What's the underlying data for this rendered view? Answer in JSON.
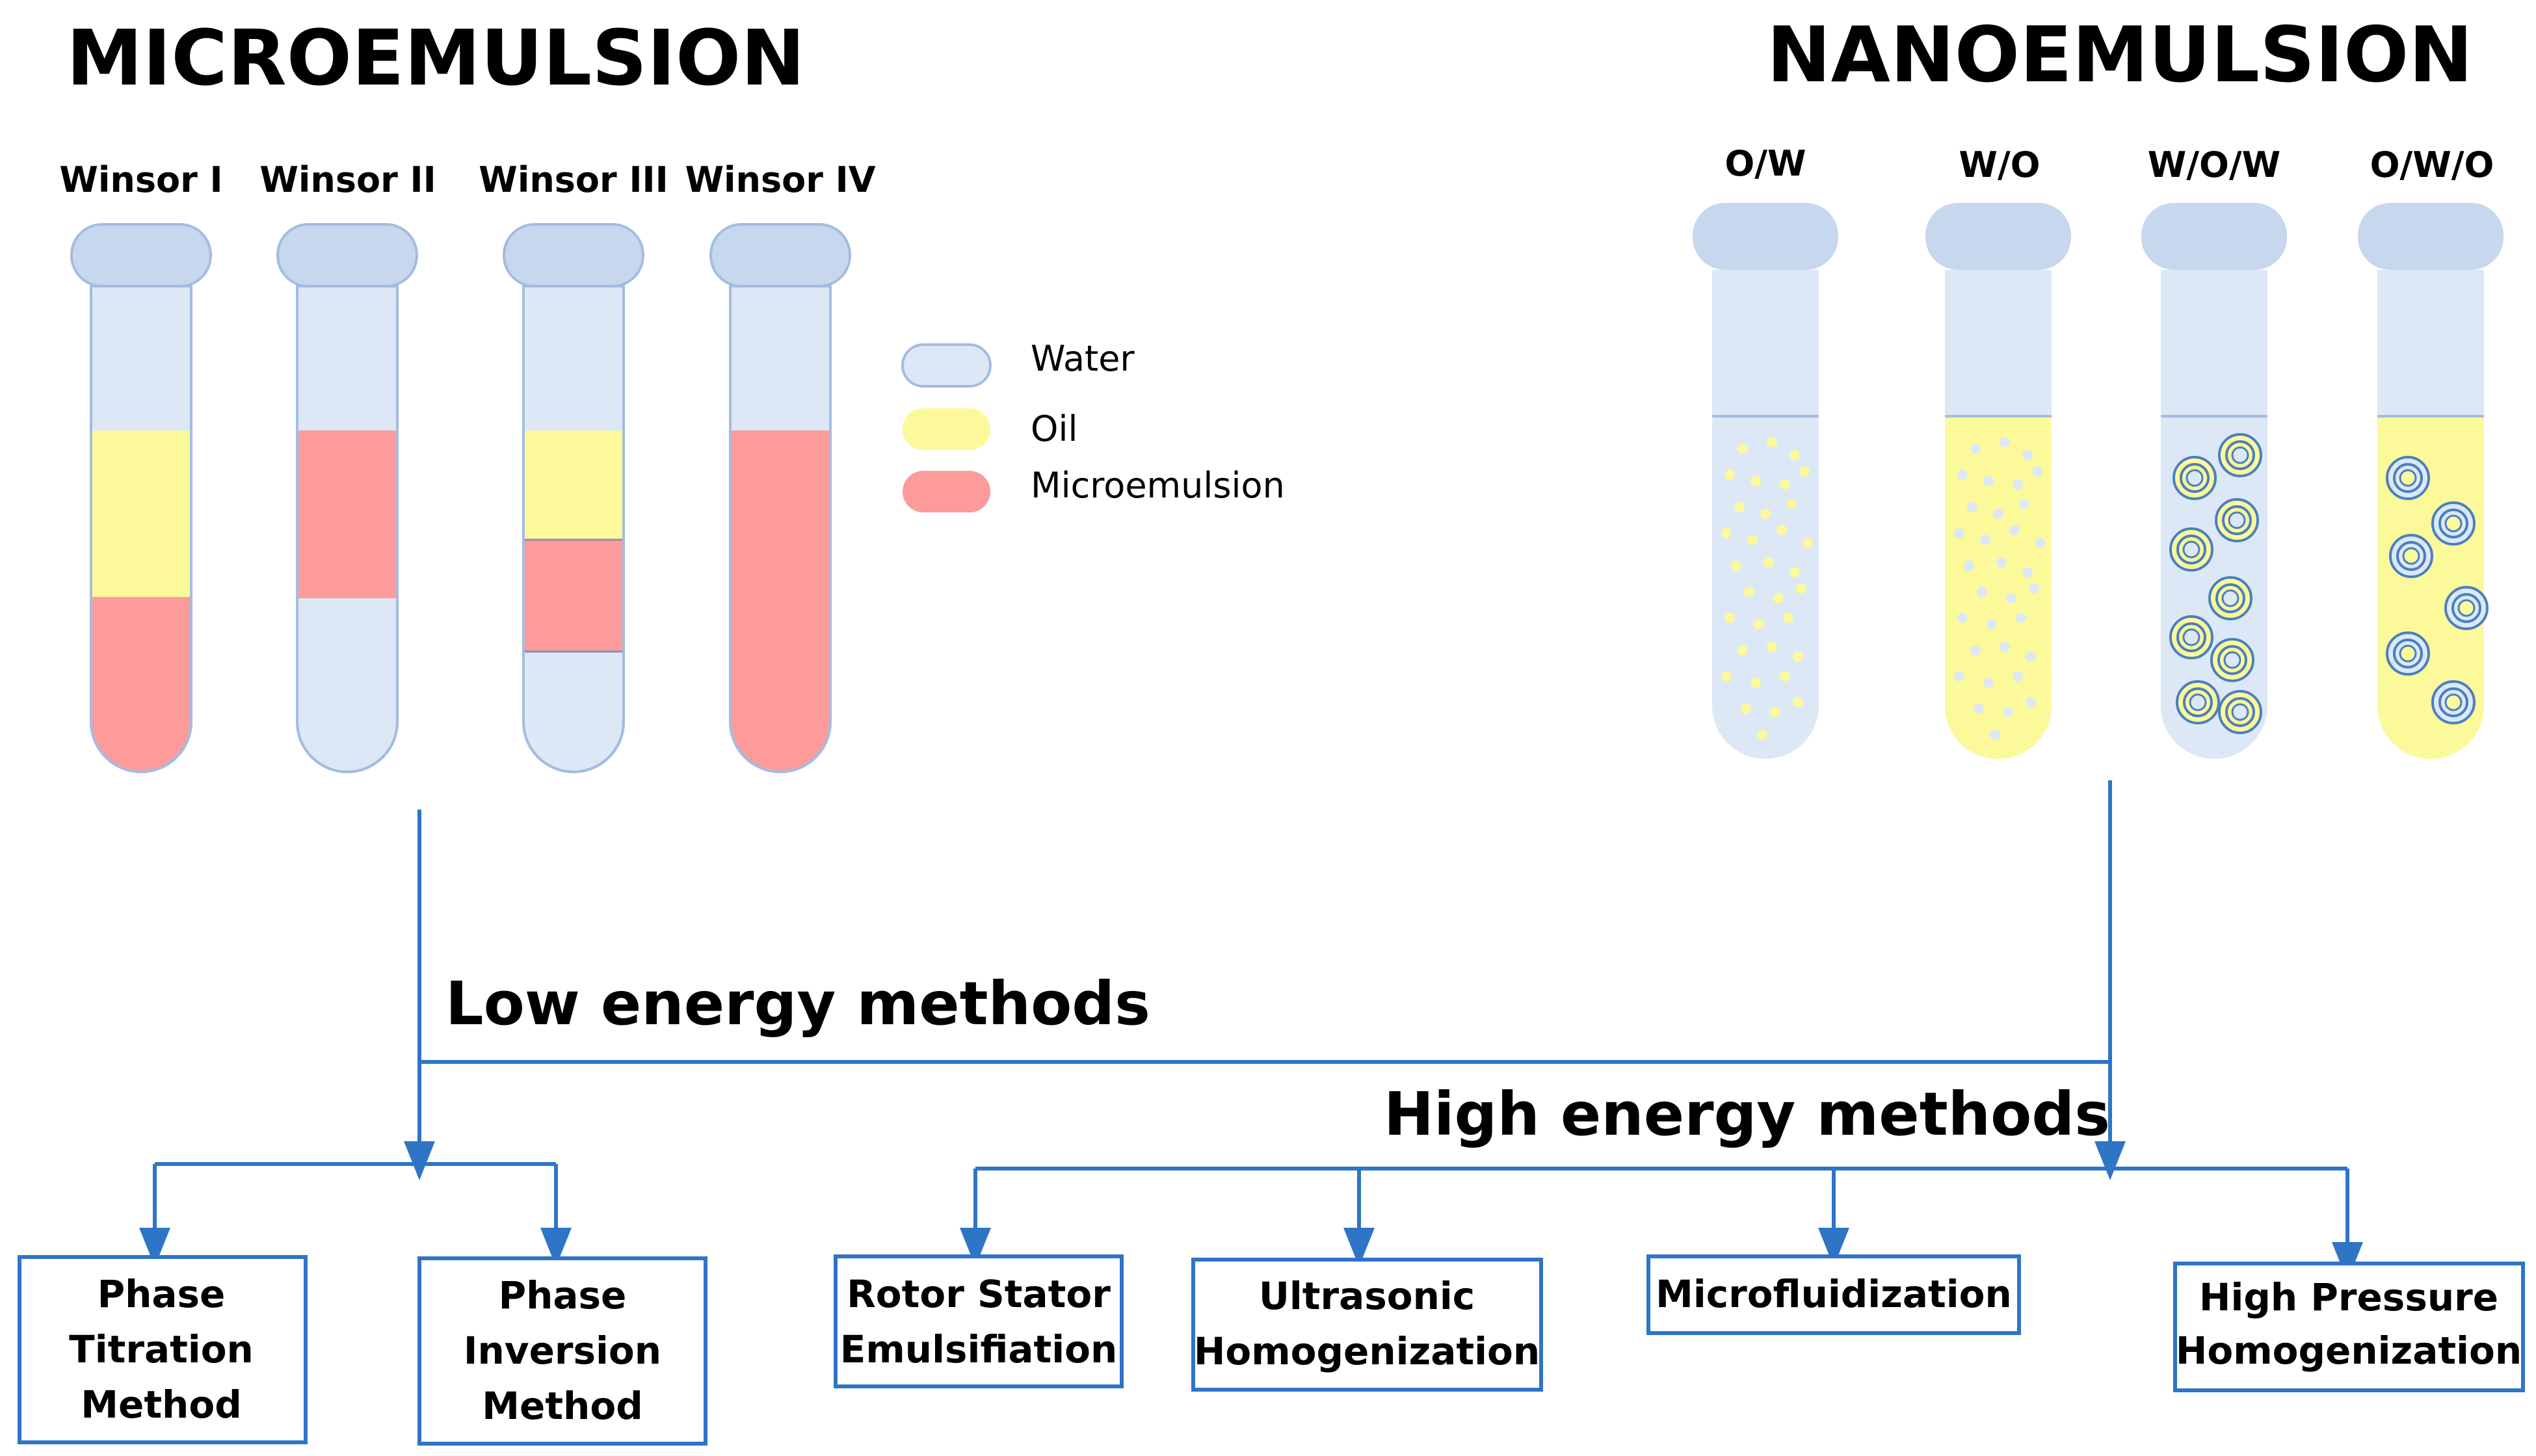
{
  "microemulsion": {
    "title": "MICROEMULSION",
    "tubes": [
      {
        "label": "Winsor I"
      },
      {
        "label": "Winsor II"
      },
      {
        "label": "Winsor III"
      },
      {
        "label": "Winsor IV"
      }
    ]
  },
  "legend": {
    "items": [
      {
        "label": "Water",
        "color": "#dde8f6"
      },
      {
        "label": "Oil",
        "color": "#fbf99a"
      },
      {
        "label": "Microemulsion",
        "color": "#fd9a9a"
      }
    ]
  },
  "nanoemulsion": {
    "title": "NANOEMULSION",
    "tubes": [
      {
        "label": "O/W"
      },
      {
        "label": "W/O"
      },
      {
        "label": "W/O/W"
      },
      {
        "label": "O/W/O"
      }
    ]
  },
  "low_energy": {
    "label": "Low energy methods",
    "boxes": [
      {
        "lines": [
          "Phase",
          "Titration",
          "Method"
        ]
      },
      {
        "lines": [
          "Phase",
          "Inversion",
          "Method"
        ]
      }
    ]
  },
  "high_energy": {
    "label": "High energy methods",
    "boxes": [
      {
        "lines": [
          "Rotor Stator",
          "Emulsifiation"
        ]
      },
      {
        "lines": [
          "Ultrasonic",
          "Homogenization"
        ]
      },
      {
        "lines": [
          "Microfluidization"
        ]
      },
      {
        "lines": [
          "High Pressure",
          "Homogenization"
        ]
      }
    ]
  },
  "colors": {
    "water": "#dde8f6",
    "oil": "#fbf99a",
    "microemulsion": "#fd9a9a",
    "tube_outline": "#a3bce0",
    "cap": "#c6d7ee",
    "arrow": "#2e75c6",
    "droplet_ring": "#4a7fc0"
  }
}
